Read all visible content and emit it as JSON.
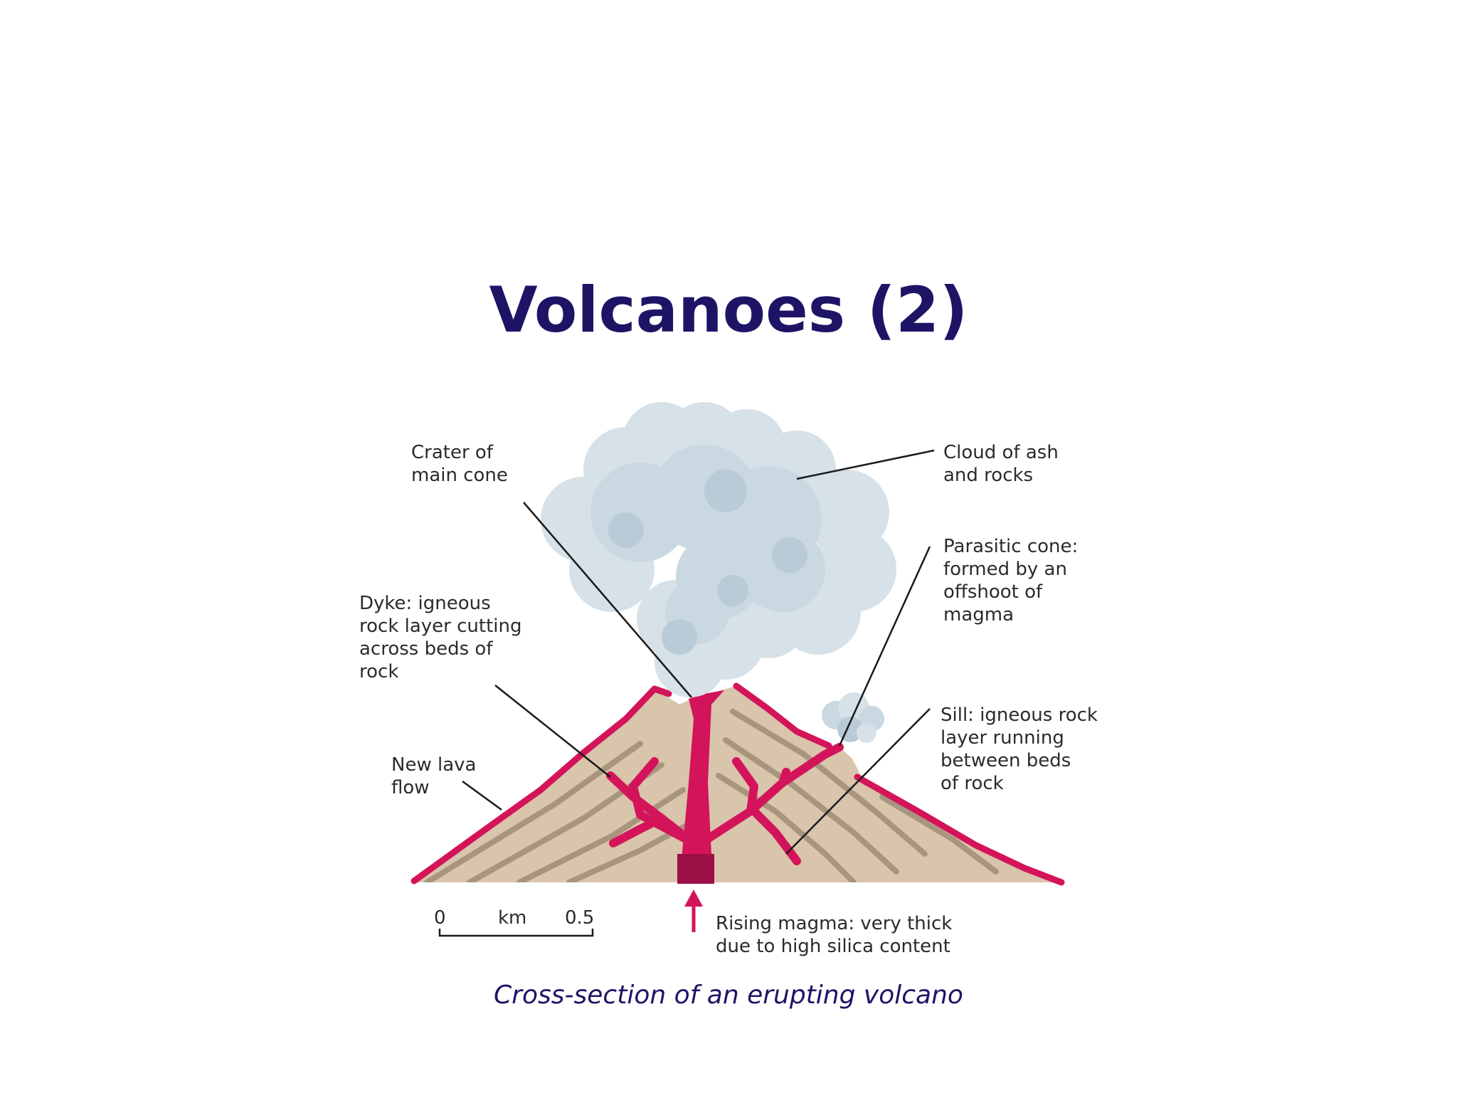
{
  "slide": {
    "title": "Volcanoes (2)",
    "caption": "Cross-section of an erupting volcano"
  },
  "labels": {
    "crater": [
      "Crater of",
      "main cone"
    ],
    "cloud": [
      "Cloud of ash",
      "and rocks"
    ],
    "dyke": [
      "Dyke: igneous",
      "rock layer cutting",
      "across beds of",
      "rock"
    ],
    "parasitic": [
      "Parasitic cone:",
      "formed by an",
      "offshoot of",
      "magma"
    ],
    "lava": [
      "New lava",
      "flow"
    ],
    "sill": [
      "Sill: igneous rock",
      "layer running",
      "between beds",
      "of rock"
    ],
    "magma": [
      "Rising magma: very thick",
      "due to high silica content"
    ]
  },
  "scale_bar": {
    "start": "0",
    "unit": "km",
    "end": "0.5"
  },
  "colors": {
    "title": "#1e1466",
    "caption": "#1e1466",
    "magma": "#d4145a",
    "magma_dark": "#9b0f45",
    "rock": "#d9c4ac",
    "rock_bands": "#a8957e",
    "cloud": "#d6e1e8",
    "cloud_shade": "#b9cbd6",
    "leader": "#1a1a1a"
  }
}
